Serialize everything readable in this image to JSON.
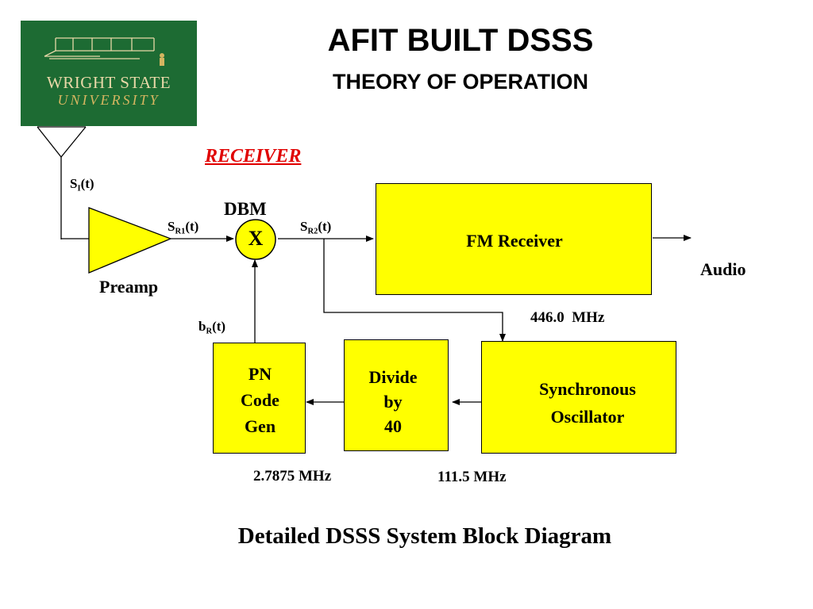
{
  "logo": {
    "line1": "WRIGHT STATE",
    "line2": "UNIVERSITY"
  },
  "title": "AFIT BUILT DSSS",
  "subtitle": "THEORY OF OPERATION",
  "section_label": "RECEIVER",
  "signals": {
    "si": {
      "base": "S",
      "sub": "I",
      "suffix": "(t)"
    },
    "sr1": {
      "base": "S",
      "sub": "R1",
      "suffix": "(t)"
    },
    "sr2": {
      "base": "S",
      "sub": "R2",
      "suffix": "(t)"
    },
    "br": {
      "base": "b",
      "sub": "R",
      "suffix": "(t)"
    }
  },
  "blocks": {
    "dbm_label": "DBM",
    "mixer_symbol": "X",
    "preamp": "Preamp",
    "fm_receiver": "FM Receiver",
    "audio": "Audio",
    "pn_code_gen": [
      "PN",
      "Code",
      "Gen"
    ],
    "divide_by": [
      "Divide",
      "by",
      "40"
    ],
    "sync_osc": [
      "Synchronous",
      "Oscillator"
    ]
  },
  "frequencies": {
    "osc_out": "446.0  MHz",
    "pn_clock": "2.7875 MHz",
    "divider_in": "111.5 MHz"
  },
  "caption": "Detailed DSSS System Block Diagram",
  "colors": {
    "block_fill": "#ffff00",
    "logo_bg": "#1d6b33",
    "receiver_label": "#e00000"
  }
}
